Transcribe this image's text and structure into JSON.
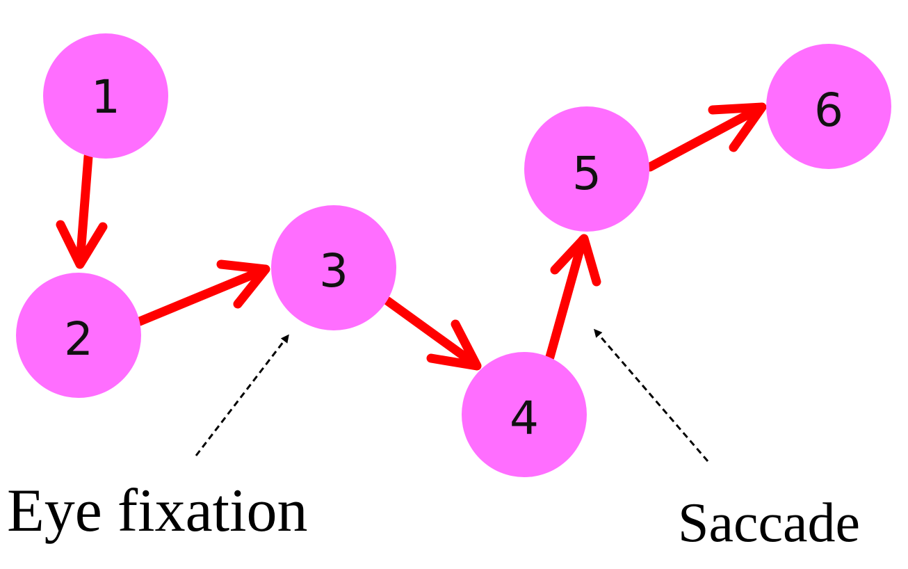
{
  "diagram": {
    "nodes": [
      {
        "id": "1",
        "label": "1"
      },
      {
        "id": "2",
        "label": "2"
      },
      {
        "id": "3",
        "label": "3"
      },
      {
        "id": "4",
        "label": "4"
      },
      {
        "id": "5",
        "label": "5"
      },
      {
        "id": "6",
        "label": "6"
      }
    ],
    "edges": [
      {
        "from": "1",
        "to": "2"
      },
      {
        "from": "2",
        "to": "3"
      },
      {
        "from": "3",
        "to": "4"
      },
      {
        "from": "4",
        "to": "5"
      },
      {
        "from": "5",
        "to": "6"
      }
    ],
    "annotations": {
      "fixation": "Eye fixation",
      "saccade": "Saccade"
    },
    "colors": {
      "node_fill": "#ff6eff",
      "edge": "#ff0000",
      "annotation_arrow": "#000000",
      "text": "#000000"
    }
  }
}
